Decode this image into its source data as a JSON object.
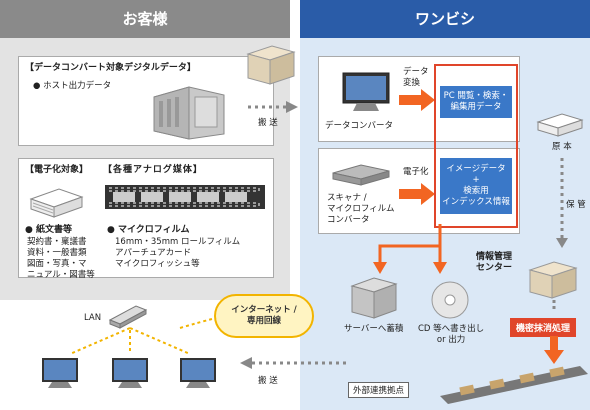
{
  "left_panel": {
    "title": "お客様",
    "digital_box": {
      "heading": "【データコンバート対象デジタルデータ】",
      "item": "● ホスト出力データ"
    },
    "analog_box": {
      "heading_a": "【電子化対象】",
      "heading_b": "【各種アナログ媒体】",
      "paper_title": "● 紙文書等",
      "paper_detail": "契約書・稟議書\n資料・一般書類\n図面・写真・マ\nニュアル・図書等",
      "micro_title": "● マイクロフィルム",
      "micro_detail": "16mm・35mm ロールフィルム\nアパーチュアカード\nマイクロフィッシュ等"
    },
    "lan_label": "LAN"
  },
  "right_panel": {
    "title": "ワンビシ",
    "data_converter_label": "データコンバータ",
    "data_convert_step": "データ\n変換",
    "pc_output": "PC 閲覧・検索・\n編集用データ",
    "scanner_label": "スキャナ /\nマイクロフィルム\nコンバータ",
    "digitize_step": "電子化",
    "image_output": "イメージデータ\n+\n検索用\nインデックス情報",
    "original_label": "原 本",
    "storage_label": "保 管",
    "info_center_label": "情報管理\nセンター",
    "shredding_label": "機密抹消処理",
    "server_label": "サーバーへ蓄積",
    "cd_label": "CD 等へ書き出し\nor 出力",
    "external_base_label": "外部連携拠点"
  },
  "flow": {
    "transport_top": "搬 送",
    "transport_bottom": "搬 送",
    "internet_label": "インターネット /\n専用回線"
  },
  "colors": {
    "left_header": "#8a8a8a",
    "right_header": "#2a5ca8",
    "orange": "#f26522",
    "blue_box": "#3a78c8",
    "red_frame": "#e0452a"
  }
}
